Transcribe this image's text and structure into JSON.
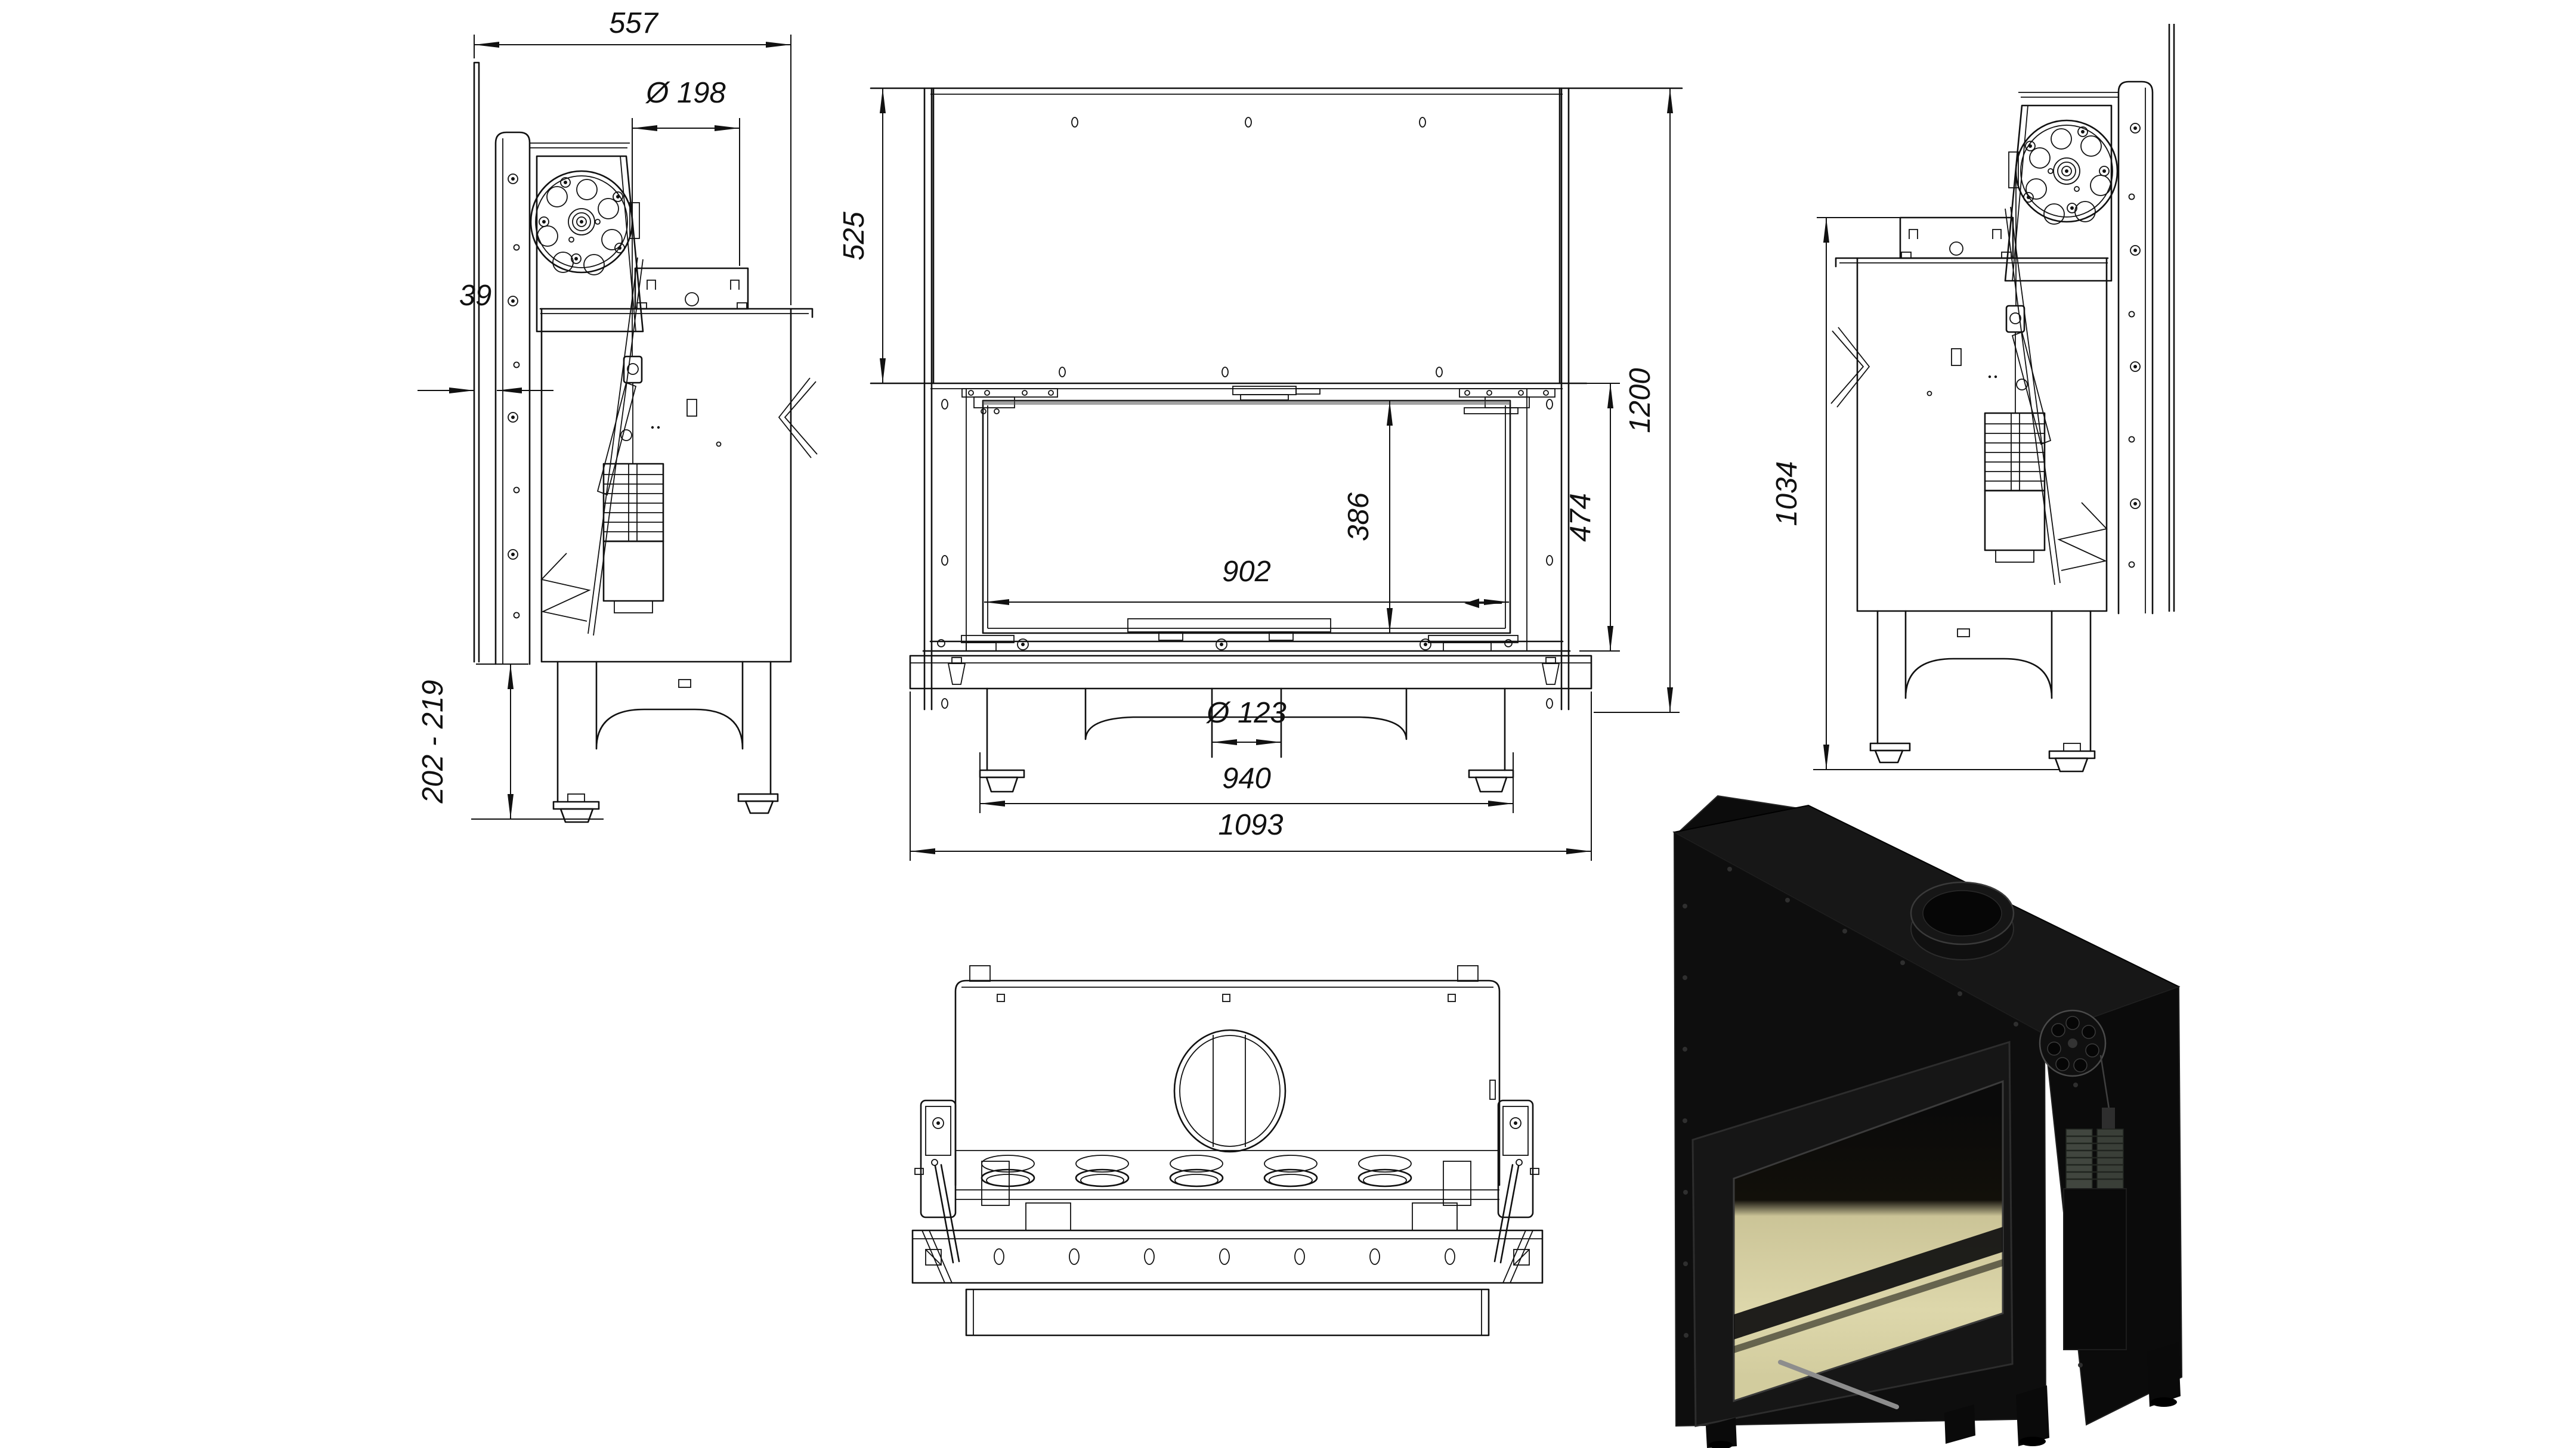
{
  "drawing": {
    "type": "technical-orthographic-drawing",
    "subject": "guillotine-door fireplace insert",
    "background_color": "#ffffff",
    "line_color": "#111111",
    "render": {
      "body_color": "#0d0d0d",
      "glass_glow_color": "#d9d2a2",
      "counterweight_color": "#41463f",
      "handle_color": "#8d8d8d"
    },
    "dims": {
      "side_left": {
        "depth": "557",
        "flue_diameter": "Ø 198",
        "frame_offset": "39",
        "base_height_range": "202 - 219"
      },
      "front": {
        "upper_shield_height": "525",
        "glass_height": "386",
        "glass_width": "902",
        "door_height": "474",
        "total_height": "1200",
        "pipe_diameter": "Ø 123",
        "feet_spacing": "940",
        "overall_width": "1093"
      },
      "side_right": {
        "mounting_height": "1034"
      }
    }
  }
}
